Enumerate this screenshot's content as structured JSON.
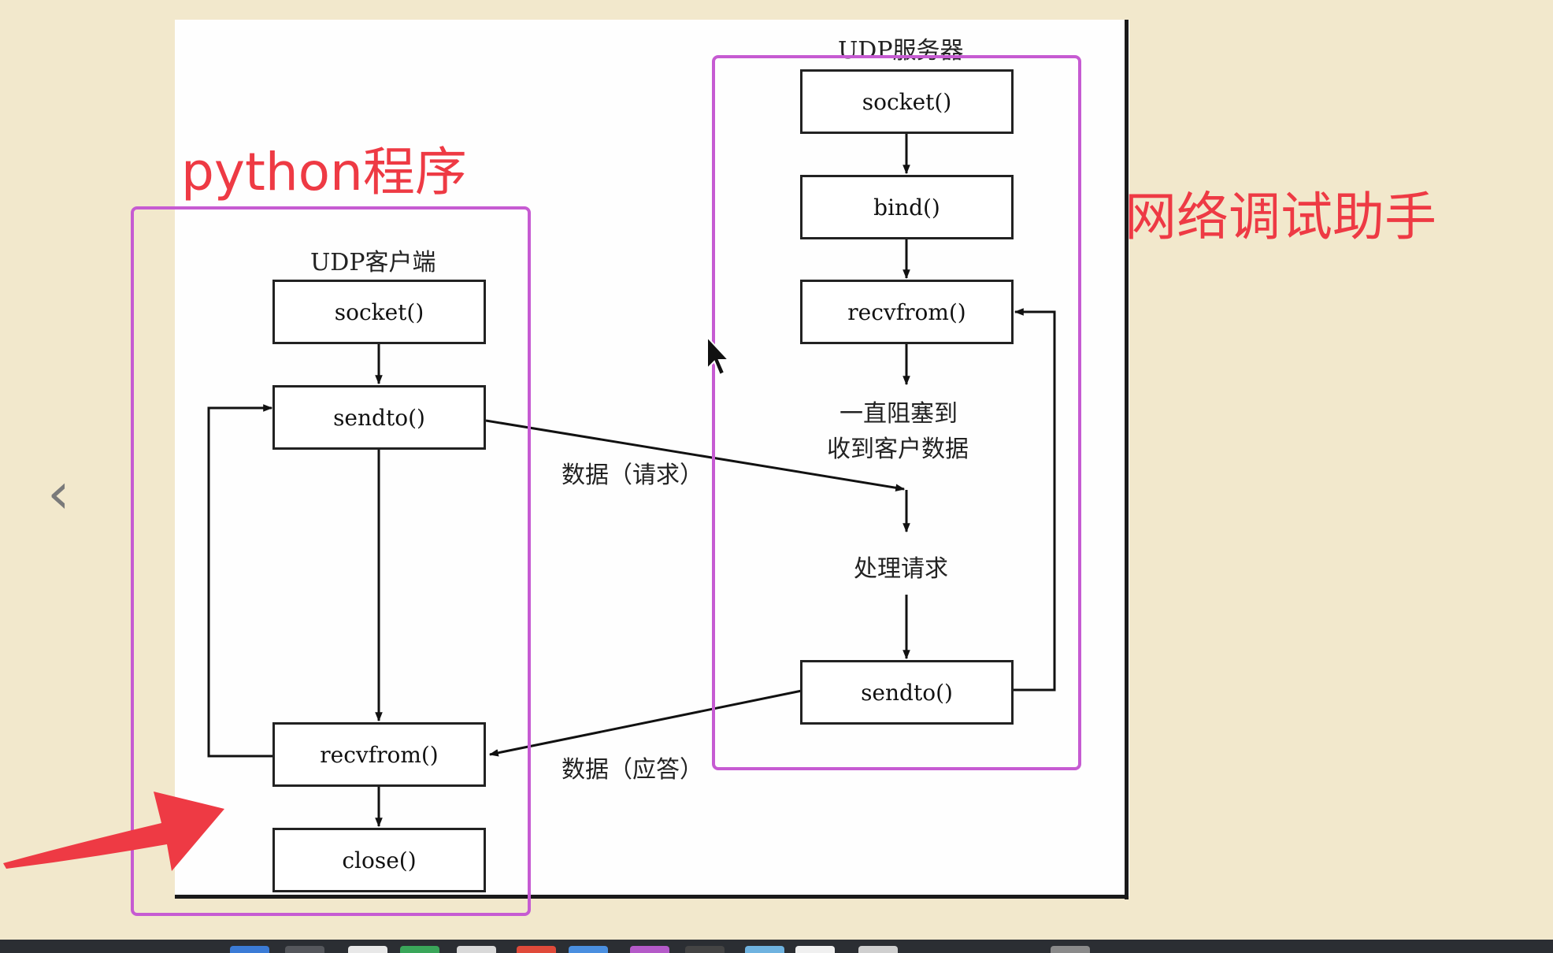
{
  "diagram": {
    "client_title": "UDP客户端",
    "server_title": "UDP服务器",
    "client_boxes": {
      "socket": "socket()",
      "sendto": "sendto()",
      "recvfrom": "recvfrom()",
      "close": "close()"
    },
    "server_boxes": {
      "socket": "socket()",
      "bind": "bind()",
      "recvfrom": "recvfrom()",
      "sendto": "sendto()"
    },
    "server_texts": {
      "block_line1": "一直阻塞到",
      "block_line2": "收到客户数据",
      "process": "处理请求"
    },
    "edge_labels": {
      "request": "数据（请求）",
      "response": "数据（应答）"
    }
  },
  "annotations": {
    "client_label": "python程序",
    "server_label": "网络调试助手",
    "colors": {
      "box": "#c65bd2",
      "text": "#ee3a44",
      "arrow": "#ee3a44"
    }
  },
  "icons": [
    "chevron-left-icon",
    "cursor-icon",
    "red-arrow-icon"
  ]
}
